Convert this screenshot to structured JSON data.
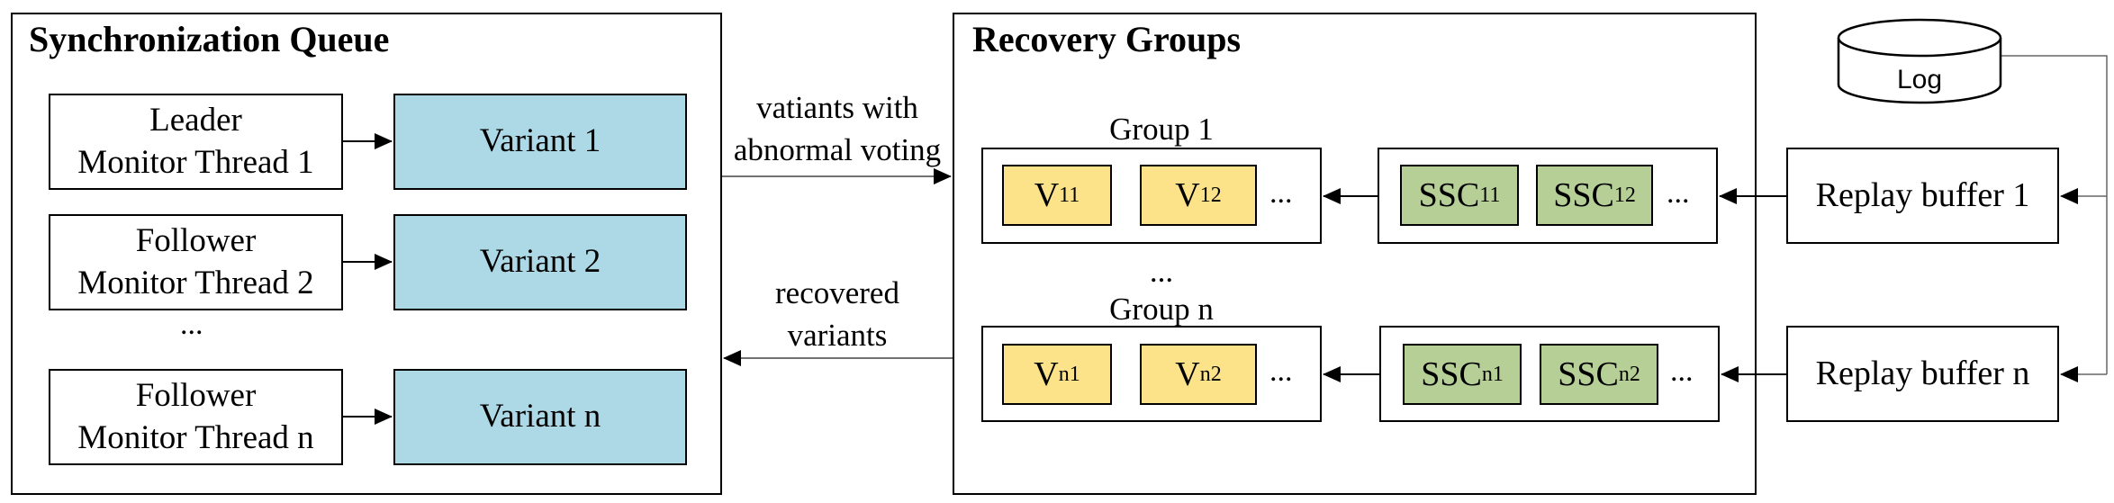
{
  "sync_queue": {
    "title": "Synchronization Queue",
    "monitors": [
      {
        "line1": "Leader",
        "line2": "Monitor Thread 1"
      },
      {
        "line1": "Follower",
        "line2": "Monitor Thread 2"
      },
      {
        "line1": "Follower",
        "line2": "Monitor Thread n"
      }
    ],
    "ellipsis": "...",
    "variants": [
      "Variant 1",
      "Variant 2",
      "Variant n"
    ]
  },
  "edges": {
    "forward_line1": "vatiants with",
    "forward_line2": "abnormal voting",
    "back_line1": "recovered",
    "back_line2": "variants"
  },
  "recovery": {
    "title": "Recovery Groups",
    "group1_label": "Group 1",
    "groupn_label": "Group n",
    "between_ellipsis": "...",
    "group1": {
      "v": [
        {
          "base": "V",
          "sub": "11"
        },
        {
          "base": "V",
          "sub": "12"
        }
      ],
      "ssc": [
        {
          "base": "SSC",
          "sub": "11"
        },
        {
          "base": "SSC",
          "sub": "12"
        }
      ],
      "ellipsis": "..."
    },
    "groupn": {
      "v": [
        {
          "base": "V",
          "sub": "n1"
        },
        {
          "base": "V",
          "sub": "n2"
        }
      ],
      "ssc": [
        {
          "base": "SSC",
          "sub": "n1"
        },
        {
          "base": "SSC",
          "sub": "n2"
        }
      ],
      "ellipsis": "..."
    }
  },
  "log": {
    "label": "Log"
  },
  "replay": {
    "buffer1": "Replay buffer 1",
    "buffern": "Replay buffer n"
  }
}
